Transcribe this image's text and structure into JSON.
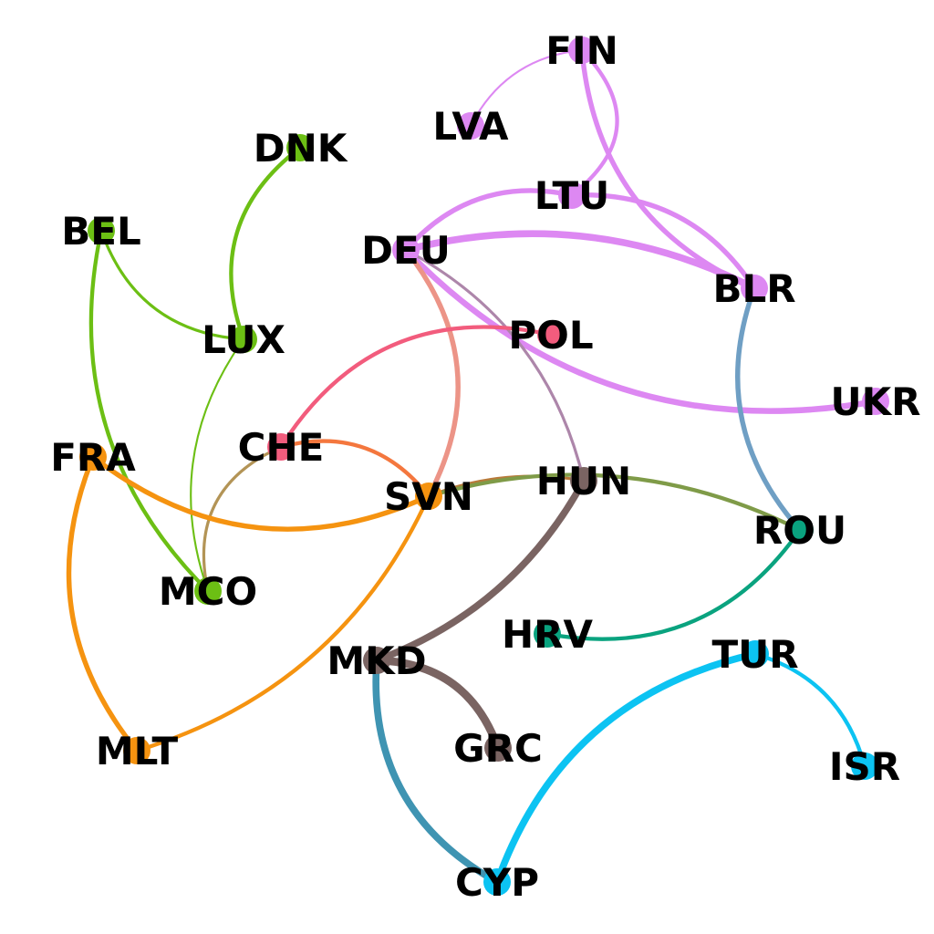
{
  "nodes": [
    {
      "id": "FIN",
      "color": "#dd88f2"
    },
    {
      "id": "LVA",
      "color": "#dd88f2"
    },
    {
      "id": "LTU",
      "color": "#dd88f2"
    },
    {
      "id": "DEU",
      "color": "#dd88f2"
    },
    {
      "id": "BLR",
      "color": "#dd88f2"
    },
    {
      "id": "UKR",
      "color": "#dd88f2"
    },
    {
      "id": "DNK",
      "color": "#6cbf14"
    },
    {
      "id": "BEL",
      "color": "#6cbf14"
    },
    {
      "id": "LUX",
      "color": "#6cbf14"
    },
    {
      "id": "MCO",
      "color": "#6cbf14"
    },
    {
      "id": "POL",
      "color": "#f25c7d"
    },
    {
      "id": "CHE",
      "color": "#f25c7d"
    },
    {
      "id": "FRA",
      "color": "#f59310"
    },
    {
      "id": "SVN",
      "color": "#f59310"
    },
    {
      "id": "MLT",
      "color": "#f59310"
    },
    {
      "id": "HUN",
      "color": "#7a6462"
    },
    {
      "id": "MKD",
      "color": "#7a6462"
    },
    {
      "id": "GRC",
      "color": "#7a6462"
    },
    {
      "id": "ROU",
      "color": "#0aa37f"
    },
    {
      "id": "HRV",
      "color": "#0aa37f"
    },
    {
      "id": "TUR",
      "color": "#0cc3f2"
    },
    {
      "id": "ISR",
      "color": "#0cc3f2"
    },
    {
      "id": "CYP",
      "color": "#0cc3f2"
    }
  ],
  "edges": [
    {
      "source": "FIN",
      "target": "LVA",
      "color": "#dd88f2",
      "weight": 1
    },
    {
      "source": "FIN",
      "target": "LTU",
      "color": "#dd88f2",
      "weight": 3
    },
    {
      "source": "FIN",
      "target": "BLR",
      "color": "#dd88f2",
      "weight": 4
    },
    {
      "source": "LTU",
      "target": "BLR",
      "color": "#dd88f2",
      "weight": 4
    },
    {
      "source": "DEU",
      "target": "LTU",
      "color": "#dd88f2",
      "weight": 4
    },
    {
      "source": "DEU",
      "target": "BLR",
      "color": "#dd88f2",
      "weight": 6
    },
    {
      "source": "DEU",
      "target": "UKR",
      "color": "#dd88f2",
      "weight": 5
    },
    {
      "source": "DEU",
      "target": "SVN",
      "color": "#ec9487",
      "weight": 4
    },
    {
      "source": "DEU",
      "target": "HUN",
      "color": "#ad86aa",
      "weight": 2
    },
    {
      "source": "DNK",
      "target": "LUX",
      "color": "#6cbf14",
      "weight": 3
    },
    {
      "source": "BEL",
      "target": "LUX",
      "color": "#6cbf14",
      "weight": 2
    },
    {
      "source": "BEL",
      "target": "MCO",
      "color": "#6cbf14",
      "weight": 3
    },
    {
      "source": "LUX",
      "target": "MCO",
      "color": "#6cbf14",
      "weight": 1
    },
    {
      "source": "POL",
      "target": "CHE",
      "color": "#f25c7d",
      "weight": 3
    },
    {
      "source": "CHE",
      "target": "MCO",
      "color": "#b39456",
      "weight": 2
    },
    {
      "source": "CHE",
      "target": "SVN",
      "color": "#f4773e",
      "weight": 3
    },
    {
      "source": "FRA",
      "target": "SVN",
      "color": "#f59310",
      "weight": 4
    },
    {
      "source": "FRA",
      "target": "MLT",
      "color": "#f59310",
      "weight": 4
    },
    {
      "source": "SVN",
      "target": "MLT",
      "color": "#f59310",
      "weight": 3
    },
    {
      "source": "SVN",
      "target": "HUN",
      "color": "#b87a3a",
      "weight": 2
    },
    {
      "source": "SVN",
      "target": "ROU",
      "color": "#7f9b48",
      "weight": 3
    },
    {
      "source": "BLR",
      "target": "ROU",
      "color": "#6f9fc4",
      "weight": 4
    },
    {
      "source": "ROU",
      "target": "HRV",
      "color": "#0aa37f",
      "weight": 3
    },
    {
      "source": "HUN",
      "target": "MKD",
      "color": "#7a6462",
      "weight": 6
    },
    {
      "source": "MKD",
      "target": "GRC",
      "color": "#7a6462",
      "weight": 7
    },
    {
      "source": "MKD",
      "target": "CYP",
      "color": "#3f94b2",
      "weight": 6
    },
    {
      "source": "TUR",
      "target": "CYP",
      "color": "#0cc3f2",
      "weight": 6
    },
    {
      "source": "TUR",
      "target": "ISR",
      "color": "#0cc3f2",
      "weight": 3
    }
  ]
}
